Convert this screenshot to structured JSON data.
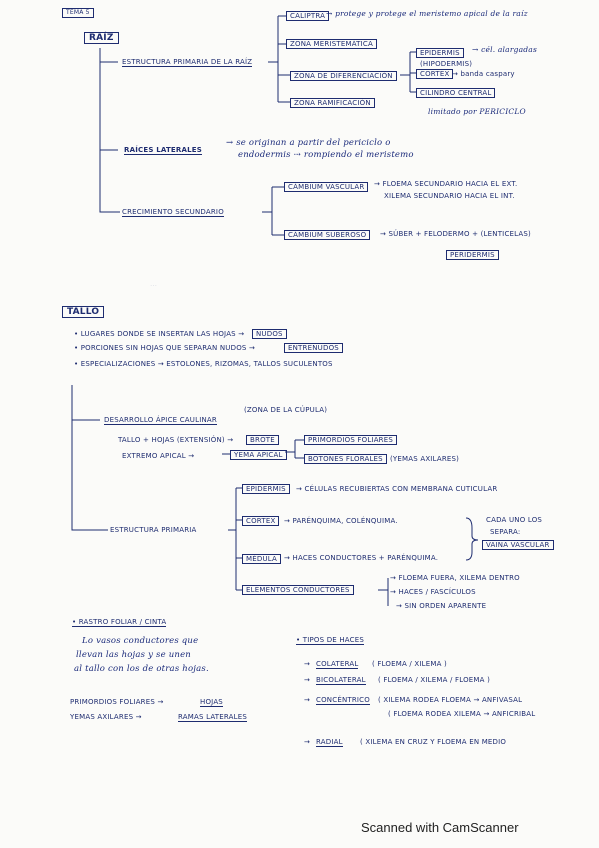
{
  "tema": "TEMA 5",
  "raiz": {
    "title": "RAÍZ",
    "estructura_primaria": "ESTRUCTURA PRIMARIA DE LA RAÍZ",
    "caliptra": "CALIPTRA",
    "caliptra_desc": "→ protege y protege el meristemo apical de la raíz",
    "zona_crecimiento": "ZONA MERISTEMÁTICA",
    "zona_diferenciacion": "ZONA DE DIFERENCIACIÓN",
    "epidermis": "EPIDERMIS",
    "epidermis_desc": "→ cél. alargadas",
    "hipodermis": "(HIPODERMIS)",
    "cortex": "CORTEX",
    "cortex_desc": "→ banda caspary",
    "cilindro_central": "CILINDRO CENTRAL",
    "cilindro_desc": "limitado por PERICICLO",
    "zona_ramificacion": "ZONA RAMIFICACIÓN",
    "raices_laterales": "RAÍCES LATERALES",
    "raices_desc1": "→ se originan a partir del periciclo o",
    "raices_desc2": "endodermis ⇢ rompiendo el meristemo",
    "crecimiento_secundario": "CRECIMIENTO SECUNDARIO",
    "cambium_vascular": "CÁMBIUM VASCULAR",
    "cambium_vascular_desc1": "→ FLOEMA SECUNDARIO HACIA EL EXT.",
    "cambium_vascular_desc2": "XILEMA SECUNDARIO HACIA EL INT.",
    "cambium_suberoso": "CÁMBIUM SUBEROSO",
    "cambium_suberoso_desc": "→ SÚBER + FELODERMO + (LENTICELAS)",
    "periciclo": "PERIDERMIS"
  },
  "tallo": {
    "title": "TALLO",
    "b1_a": "• LUGARES DONDE SE INSERTAN LAS HOJAS →",
    "b1_box": "NUDOS",
    "b2_a": "• PORCIONES SIN HOJAS QUE SEPARAN NUDOS →",
    "b2_box": "ENTRENUDOS",
    "b3": "• ESPECIALIZACIONES → ESTOLONES, RIZOMAS, TALLOS SUCULENTOS",
    "desarrollo": "DESARROLLO ÁPICE CAULINAR",
    "desarrollo_note": "(ZONA DE LA CÚPULA)",
    "tallo_hojas": "TALLO + HOJAS (EXTENSIÓN) →",
    "brote": "BROTE",
    "extremo_apical": "EXTREMO APICAL →",
    "yema_apical": "YEMA APICAL",
    "primordios_foliares": "PRIMORDIOS FOLIARES",
    "botones_florales": "BOTONES FLORALES",
    "yemas_axilares": "(YEMAS AXILARES)",
    "estructura_primaria": "ESTRUCTURA PRIMARIA",
    "epidermis": "EPIDERMIS",
    "epidermis_desc": "→ CÉLULAS RECUBIERTAS CON MEMBRANA CUTICULAR",
    "cortex": "CORTEX",
    "cortex_desc": "→ PARÉNQUIMA, COLÉNQUIMA.",
    "medula": "MÉDULA",
    "medula_desc": "→ HACES CONDUCTORES + PARÉNQUIMA.",
    "elementos": "ELEMENTOS CONDUCTORES",
    "ec1": "→ FLOEMA FUERA, XILEMA DENTRO",
    "ec2": "→ HACES / FASCÍCULOS",
    "ec3": "→ SIN ORDEN APARENTE",
    "side1": "CADA UNO LOS",
    "side2": "SEPARA:",
    "side3": "VAINA VASCULAR"
  },
  "rastro": {
    "title": "• RASTRO FOLIAR / CINTA",
    "l1": "Lo vasos conductores que",
    "l2": "llevan las hojas y se unen",
    "l3": "al tallo con los de otras hojas.",
    "p1_a": "PRIMORDIOS FOLIARES →",
    "p1_b": "HOJAS",
    "p2_a": "YEMAS AXILARES →",
    "p2_b": "RAMAS LATERALES"
  },
  "haces": {
    "title": "• TIPOS DE HACES",
    "h1_a": "→",
    "h1_b": "COLATERAL",
    "h1_c": "( FLOEMA / XILEMA )",
    "h2_a": "→",
    "h2_b": "BICOLATERAL",
    "h2_c": "( FLOEMA / XILEMA / FLOEMA )",
    "h3_a": "→",
    "h3_b": "CONCÉNTRICO",
    "h3_c": "( XILEMA RODEA FLOEMA → ANFIVASAL",
    "h3_d": "( FLOEMA RODEA XILEMA → ANFICRIBAL",
    "h4_a": "→",
    "h4_b": "RADIAL",
    "h4_c": "( XILEMA EN CRUZ Y FLOEMA EN MEDIO"
  },
  "footer": "Scanned with CamScanner"
}
